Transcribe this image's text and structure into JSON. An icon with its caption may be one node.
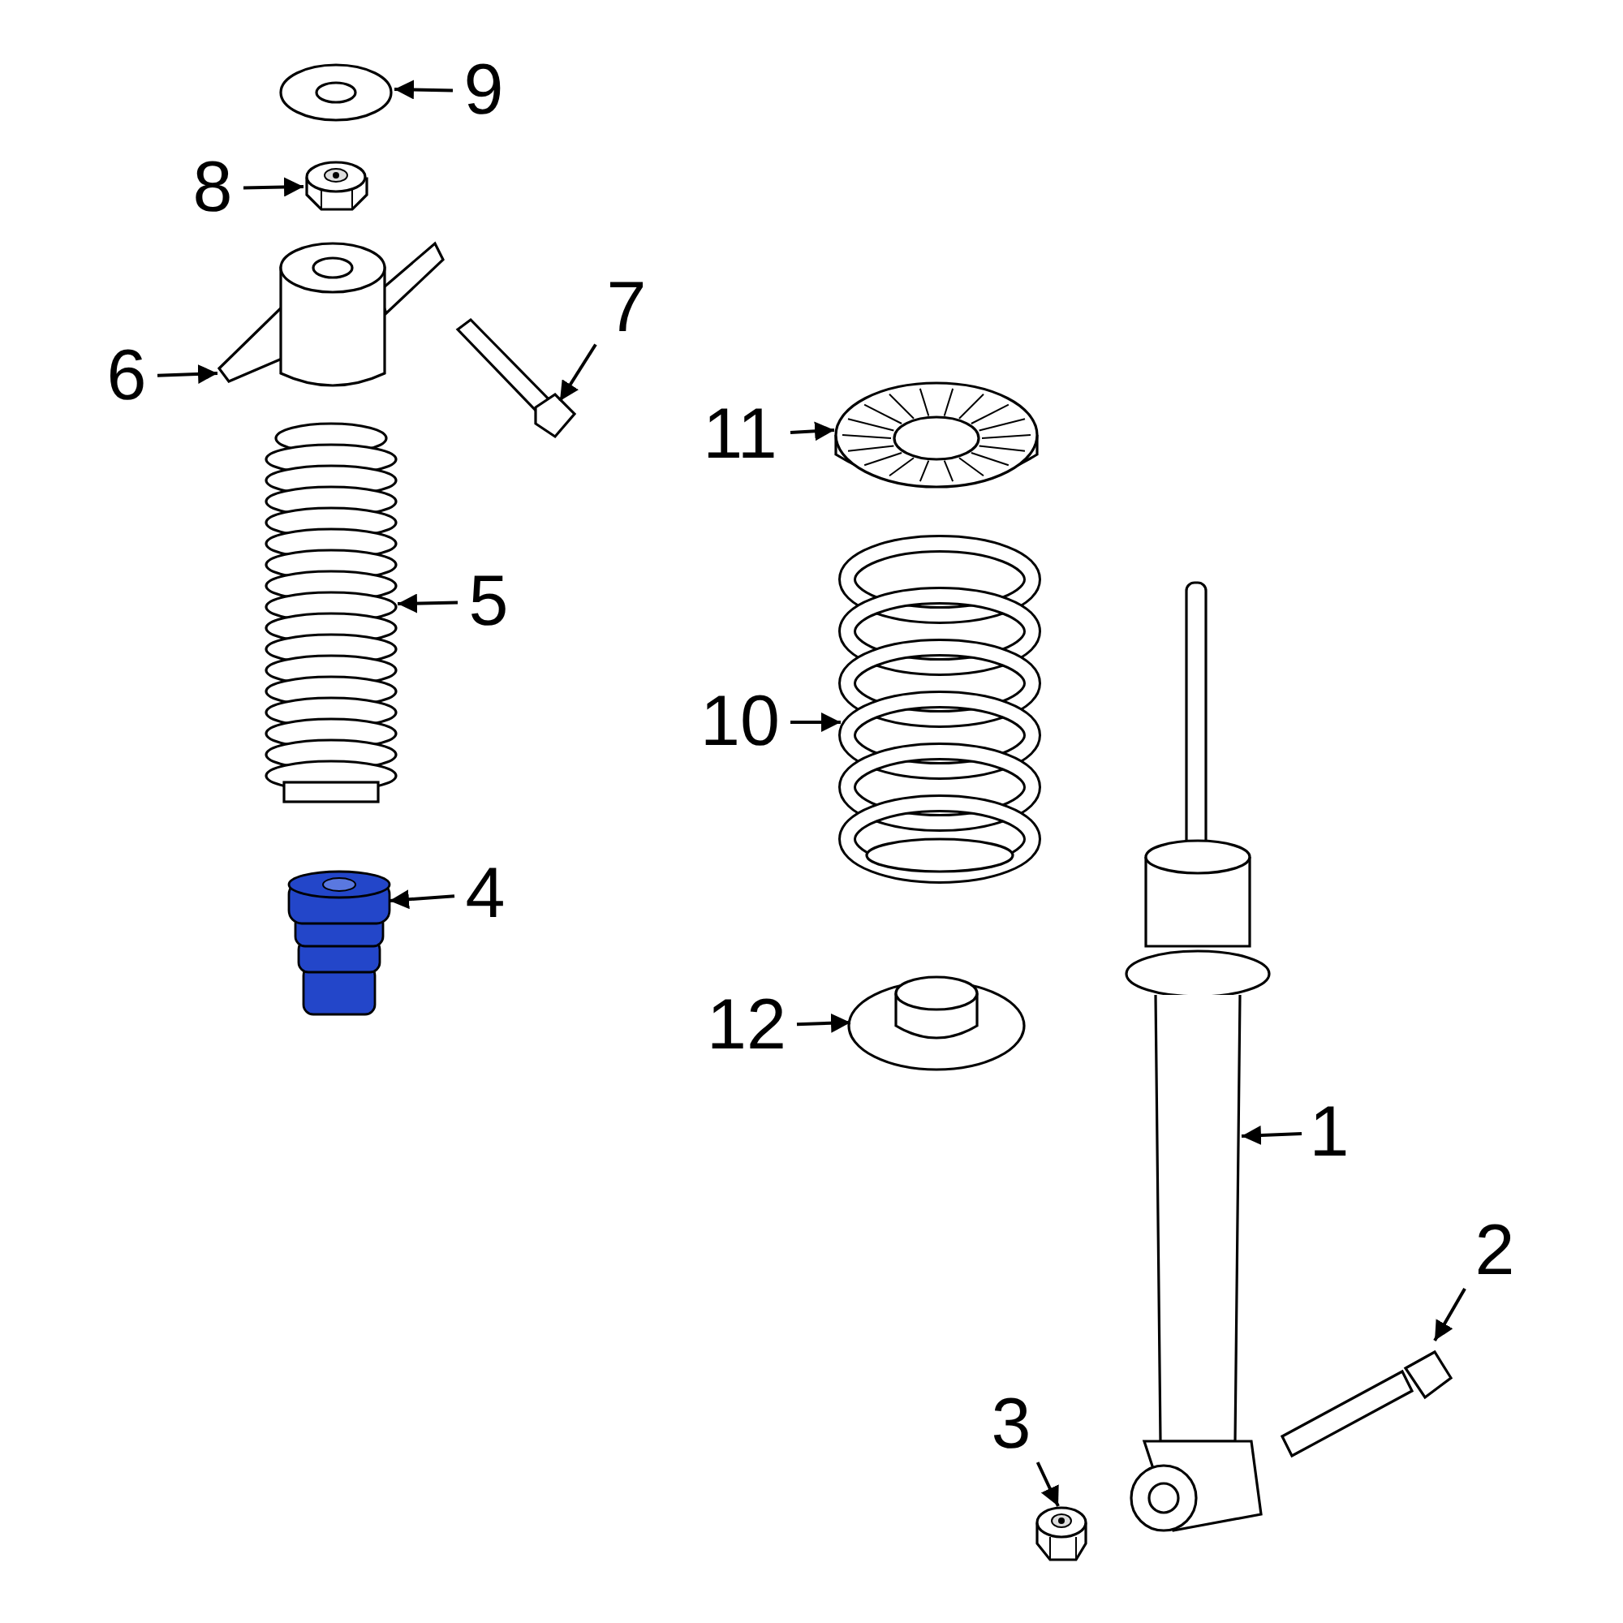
{
  "diagram": {
    "nodes": [
      {
        "text": [
          "9"
        ]
      },
      {
        "text": [
          "8"
        ]
      },
      {
        "text": [
          "6"
        ]
      },
      {
        "text": [
          "7"
        ]
      },
      {
        "text": [
          "11"
        ]
      },
      {
        "text": [
          "5"
        ]
      },
      {
        "text": [
          "10"
        ]
      },
      {
        "text": [
          "4"
        ]
      },
      {
        "text": [
          "12"
        ]
      },
      {
        "text": [
          "1"
        ]
      },
      {
        "text": [
          "2"
        ]
      },
      {
        "text": [
          "3"
        ]
      },
      {
        "text": [],
        "shape": "picture"
      },
      {
        "text": [],
        "shape": "picture"
      },
      {
        "text": [],
        "shape": "picture"
      },
      {
        "text": [],
        "shape": "picture"
      },
      {
        "text": [],
        "shape": "picture"
      },
      {
        "text": [],
        "shape": "picture"
      },
      {
        "text": [],
        "shape": "picture"
      },
      {
        "text": [],
        "shape": "picture"
      },
      {
        "text": [],
        "shape": "picture"
      },
      {
        "text": [],
        "shape": "picture"
      },
      {
        "text": [],
        "shape": "picture"
      },
      {
        "text": [],
        "shape": "picture"
      }
    ],
    "edges": [
      {
        "from": 0,
        "to": 12,
        "arrow": "to"
      },
      {
        "from": 1,
        "to": 13,
        "arrow": "to"
      },
      {
        "from": 2,
        "to": 14,
        "arrow": "to"
      },
      {
        "from": 3,
        "to": 15,
        "arrow": "to"
      },
      {
        "from": 4,
        "to": 16,
        "arrow": "to"
      },
      {
        "from": 5,
        "to": 17,
        "arrow": "to"
      },
      {
        "from": 6,
        "to": 18,
        "arrow": "to"
      },
      {
        "from": 7,
        "to": 19,
        "arrow": "to"
      },
      {
        "from": 8,
        "to": 20,
        "arrow": "to"
      },
      {
        "from": 9,
        "to": 21,
        "arrow": "to"
      },
      {
        "from": 10,
        "to": 22,
        "arrow": "to"
      },
      {
        "from": 11,
        "to": 23,
        "arrow": "to"
      }
    ]
  }
}
